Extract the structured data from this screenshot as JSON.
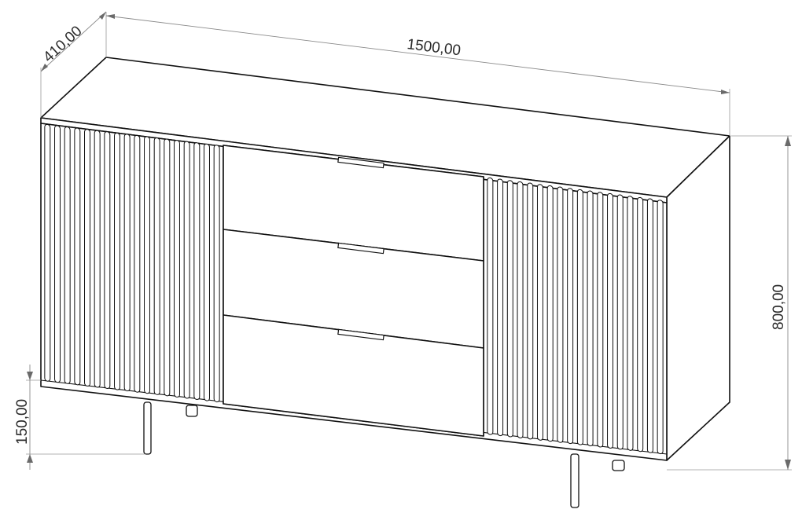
{
  "drawing": {
    "dimensions": {
      "width": "1500,00",
      "depth": "410,00",
      "height": "800,00",
      "leg_height": "150,00"
    }
  },
  "colors": {
    "line": "#111111",
    "dimension_line": "#8a8a8a",
    "background": "#ffffff"
  }
}
